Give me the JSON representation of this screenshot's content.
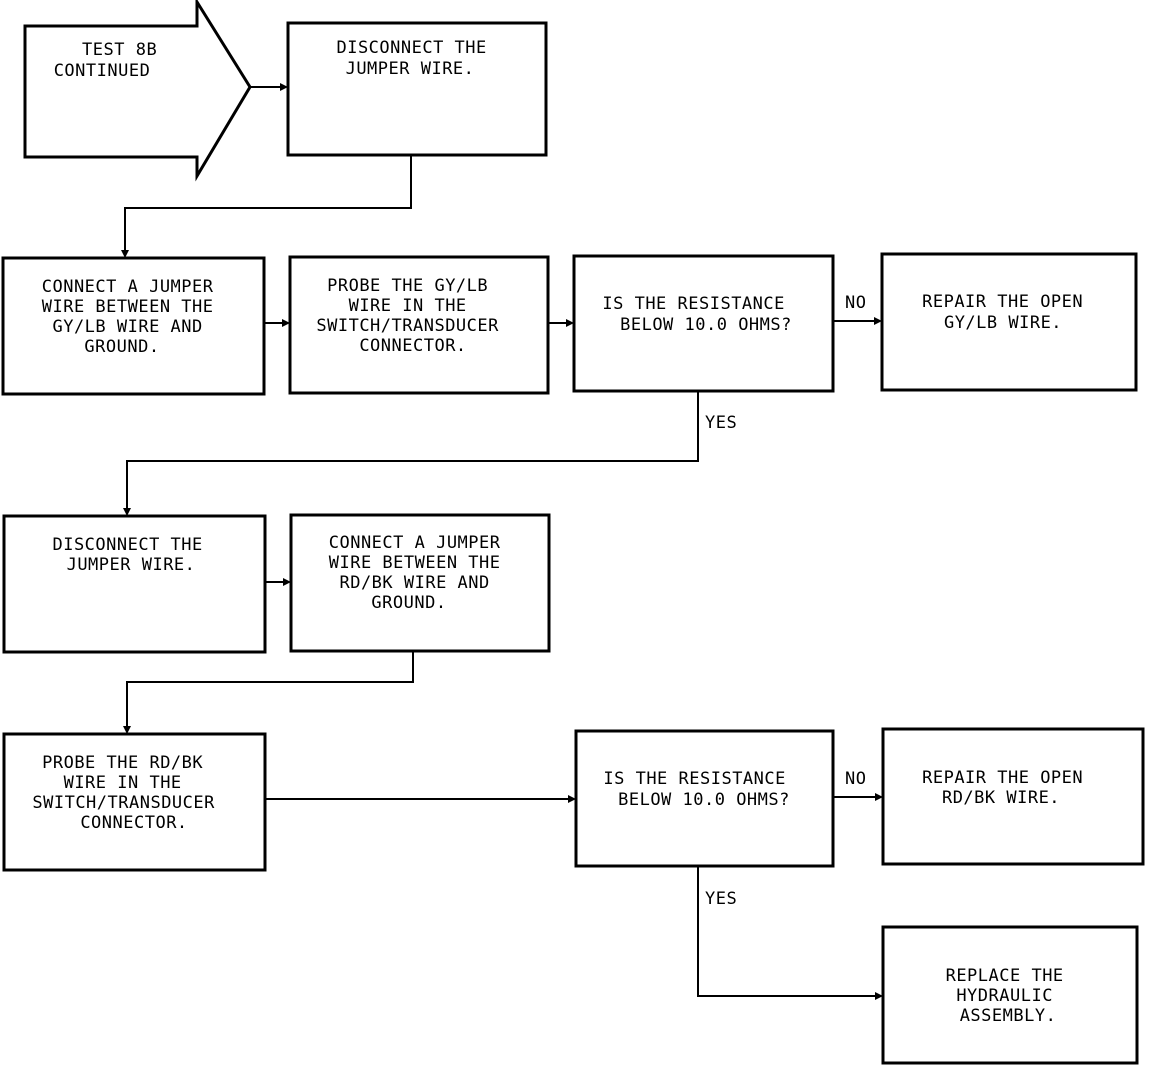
{
  "flowchart": {
    "start": {
      "lines": [
        "TEST 8B",
        "CONTINUED"
      ]
    },
    "disconnect_1": {
      "lines": [
        "DISCONNECT THE",
        "JUMPER WIRE."
      ]
    },
    "connect_gylb": {
      "lines": [
        "CONNECT A JUMPER",
        "WIRE BETWEEN THE",
        "GY/LB WIRE AND",
        "GROUND."
      ]
    },
    "probe_gylb": {
      "lines": [
        "PROBE THE GY/LB",
        "WIRE IN THE",
        "SWITCH/TRANSDUCER",
        "CONNECTOR."
      ]
    },
    "decision_1": {
      "lines": [
        "IS THE RESISTANCE",
        "BELOW 10.0 OHMS?"
      ]
    },
    "repair_gylb": {
      "lines": [
        "REPAIR THE OPEN",
        "GY/LB WIRE."
      ]
    },
    "disconnect_2": {
      "lines": [
        "DISCONNECT THE",
        "JUMPER WIRE."
      ]
    },
    "connect_rdbk": {
      "lines": [
        "CONNECT A JUMPER",
        "WIRE BETWEEN THE",
        "RD/BK WIRE AND",
        "GROUND."
      ]
    },
    "probe_rdbk": {
      "lines": [
        "PROBE THE RD/BK",
        "WIRE IN THE",
        "SWITCH/TRANSDUCER",
        "CONNECTOR."
      ]
    },
    "decision_2": {
      "lines": [
        "IS THE RESISTANCE",
        "BELOW 10.0 OHMS?"
      ]
    },
    "repair_rdbk": {
      "lines": [
        "REPAIR THE OPEN",
        "RD/BK WIRE."
      ]
    },
    "replace": {
      "lines": [
        "REPLACE THE",
        "HYDRAULIC",
        "ASSEMBLY."
      ]
    },
    "edges": {
      "d1_no": "NO",
      "d1_yes": "YES",
      "d2_no": "NO",
      "d2_yes": "YES"
    }
  }
}
